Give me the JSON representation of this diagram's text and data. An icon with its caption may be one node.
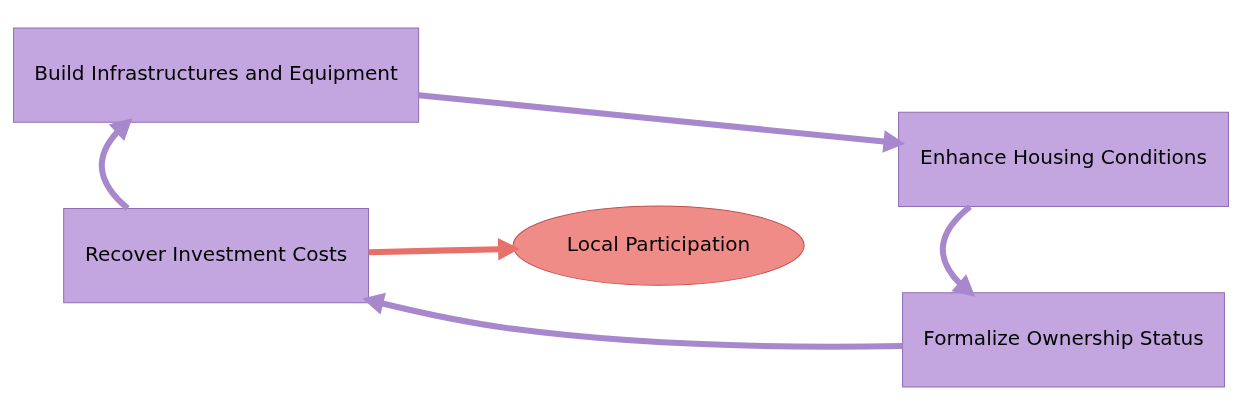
{
  "diagram": {
    "nodes": [
      {
        "text": [
          "Build Infrastructures and Equipment"
        ]
      },
      {
        "text": [
          "Enhance Housing Conditions"
        ]
      },
      {
        "text": [
          "Local Participation"
        ]
      },
      {
        "text": [
          "Recover Investment Costs"
        ]
      },
      {
        "text": [
          "Formalize Ownership Status"
        ]
      }
    ],
    "edges": [
      {
        "from": 0,
        "to": 1,
        "arrow": "to"
      },
      {
        "from": 1,
        "to": 4,
        "arrow": "to"
      },
      {
        "from": 4,
        "to": 3,
        "arrow": "to"
      },
      {
        "from": 3,
        "to": 0,
        "arrow": "to"
      },
      {
        "from": 3,
        "to": 2,
        "arrow": "to",
        "color": "#e8706a"
      }
    ]
  }
}
